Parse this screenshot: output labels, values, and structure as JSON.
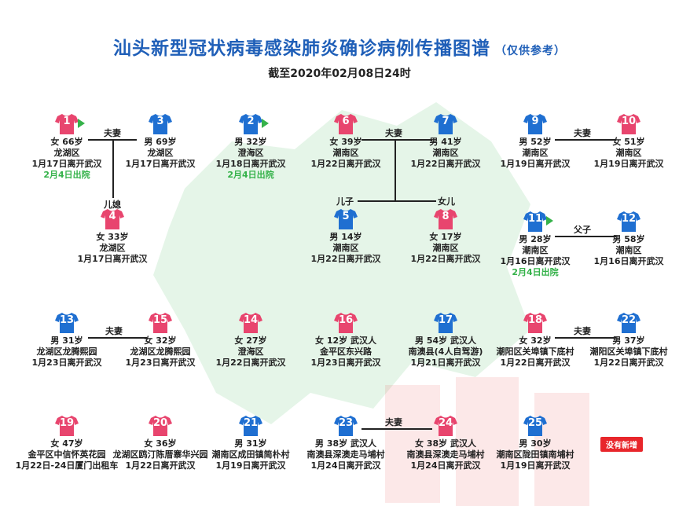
{
  "title": "汕头新型冠状病毒感染肺炎确诊病例传播图谱",
  "title_note": "（仅供参考）",
  "subtitle": "截至2020年02月08日24时",
  "badge": "没有新增",
  "colors": {
    "blue": "#1f6fd1",
    "pink": "#e8456e",
    "green": "#35b24a",
    "title": "#1f5fb8"
  },
  "relations": {
    "r1": "夫妻",
    "r2": "儿媳",
    "r3": "夫妻",
    "r4": "儿子",
    "r5": "女儿",
    "r6": "夫妻",
    "r7": "父子",
    "r8": "夫妻",
    "r9": "夫妻",
    "r10": "夫妻"
  },
  "cases": [
    {
      "num": "1",
      "gender": "female",
      "lines": [
        "女 66岁",
        "龙湖区",
        "1月17日离开武汉"
      ],
      "note": "2月4日出院"
    },
    {
      "num": "3",
      "gender": "male",
      "lines": [
        "男 69岁",
        "龙湖区",
        "1月17日离开武汉"
      ]
    },
    {
      "num": "2",
      "gender": "male",
      "lines": [
        "男 32岁",
        "澄海区",
        "1月18日离开武汉"
      ],
      "note": "2月4日出院"
    },
    {
      "num": "4",
      "gender": "female",
      "lines": [
        "女 33岁",
        "龙湖区",
        "1月17日离开武汉"
      ]
    },
    {
      "num": "6",
      "gender": "female",
      "lines": [
        "女 39岁",
        "潮南区",
        "1月22日离开武汉"
      ]
    },
    {
      "num": "7",
      "gender": "male",
      "lines": [
        "男 41岁",
        "潮南区",
        "1月22日离开武汉"
      ]
    },
    {
      "num": "5",
      "gender": "male",
      "lines": [
        "男 14岁",
        "潮南区",
        "1月22日离开武汉"
      ]
    },
    {
      "num": "8",
      "gender": "female",
      "lines": [
        "女 17岁",
        "潮南区",
        "1月22日离开武汉"
      ]
    },
    {
      "num": "9",
      "gender": "male",
      "lines": [
        "男 52岁",
        "潮南区",
        "1月19日离开武汉"
      ]
    },
    {
      "num": "10",
      "gender": "female",
      "lines": [
        "女 51岁",
        "潮南区",
        "1月19日离开武汉"
      ]
    },
    {
      "num": "11",
      "gender": "male",
      "lines": [
        "男 28岁",
        "潮南区",
        "1月16日离开武汉"
      ],
      "note": "2月4日出院"
    },
    {
      "num": "12",
      "gender": "male",
      "lines": [
        "男 58岁",
        "潮南区",
        "1月16日离开武汉"
      ]
    },
    {
      "num": "13",
      "gender": "male",
      "lines": [
        "男 31岁",
        "龙湖区龙腾熙园",
        "1月23日离开武汉"
      ]
    },
    {
      "num": "15",
      "gender": "female",
      "lines": [
        "女 32岁",
        "龙湖区龙腾熙园",
        "1月23日离开武汉"
      ]
    },
    {
      "num": "14",
      "gender": "female",
      "lines": [
        "女 27岁",
        "澄海区",
        "1月22日离开武汉"
      ]
    },
    {
      "num": "16",
      "gender": "female",
      "lines": [
        "女 12岁 武汉人",
        "金平区东兴路",
        "1月23日离开武汉"
      ]
    },
    {
      "num": "17",
      "gender": "male",
      "lines": [
        "男 54岁 武汉人",
        "南澳县(4人自驾游)",
        "1月21日离开武汉"
      ]
    },
    {
      "num": "18",
      "gender": "female",
      "lines": [
        "女 32岁",
        "潮阳区关埠镇下底村",
        "1月22日离开武汉"
      ]
    },
    {
      "num": "22",
      "gender": "male",
      "lines": [
        "男 37岁",
        "潮阳区关埠镇下底村",
        "1月22日离开武汉"
      ]
    },
    {
      "num": "19",
      "gender": "female",
      "lines": [
        "女 47岁",
        "金平区中信怀英花园",
        "1月22日-24日厦门出租车"
      ]
    },
    {
      "num": "20",
      "gender": "female",
      "lines": [
        "女 36岁",
        "龙湖区鸥汀陈厝寨华兴园",
        "1月22日离开武汉"
      ]
    },
    {
      "num": "21",
      "gender": "male",
      "lines": [
        "男 31岁",
        "潮南区成田镇简朴村",
        "1月19日离开武汉"
      ]
    },
    {
      "num": "23",
      "gender": "male",
      "lines": [
        "男 38岁 武汉人",
        "南澳县深澳走马埔村",
        "1月24日离开武汉"
      ]
    },
    {
      "num": "24",
      "gender": "female",
      "lines": [
        "女 38岁 武汉人",
        "南澳县深澳走马埔村",
        "1月24日离开武汉"
      ]
    },
    {
      "num": "25",
      "gender": "male",
      "lines": [
        "男 30岁",
        "潮南区陇田镇南埔村",
        "1月19日离开武汉"
      ]
    }
  ]
}
